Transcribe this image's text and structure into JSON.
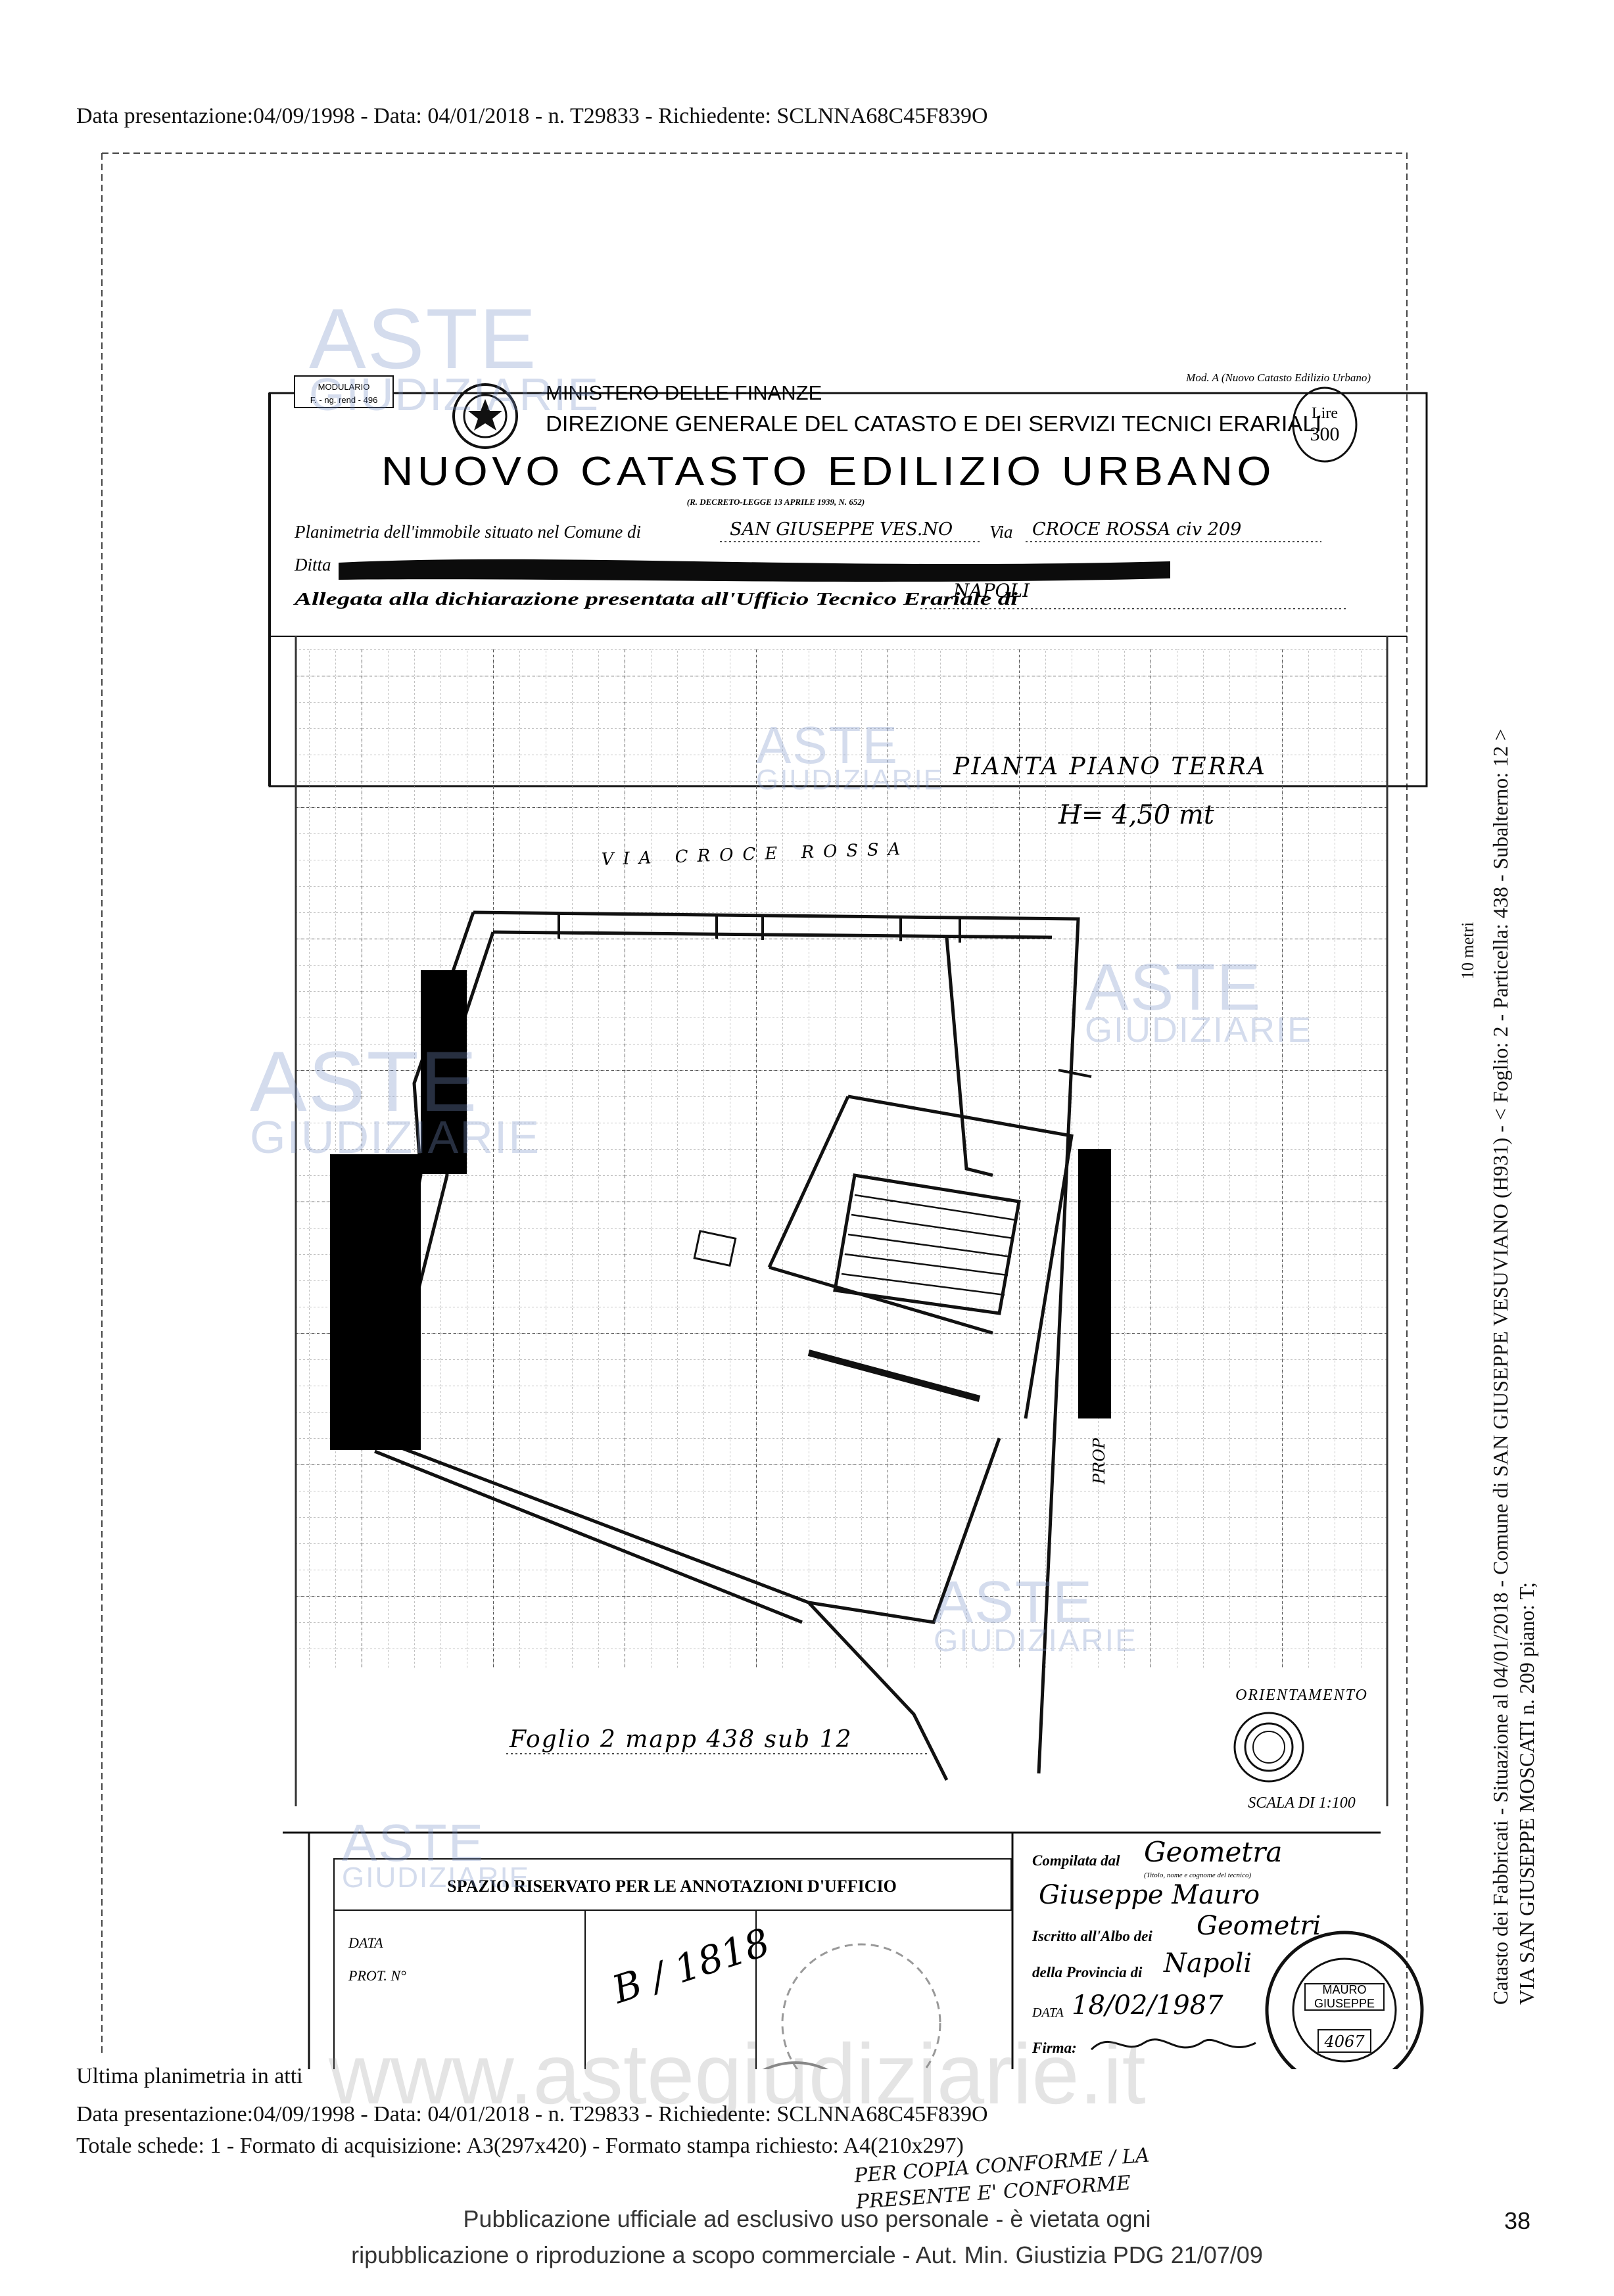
{
  "header_line": "Data presentazione:04/09/1998 - Data: 04/01/2018 - n. T29833 - Richiedente: SCLNNA68C45F839O",
  "side_text": {
    "line1": "Catasto dei Fabbricati - Situazione al 04/01/2018 - Comune di SAN GIUSEPPE VESUVIANO (H931) - < Foglio: 2 - Particella: 438 - Subalterno: 12 >",
    "line2": "VIA SAN GIUSEPPE MOSCATI n. 209 piano: T;",
    "scale": "10 metri"
  },
  "form": {
    "modulario": "MODULARIO",
    "modulario_code": "F. - ng. rend - 496",
    "mod_ref": "Mod. A (Nuovo Catasto Edilizio Urbano)",
    "ministry": "MINISTERO DELLE FINANZE",
    "direction": "DIREZIONE GENERALE DEL CATASTO E DEI SERVIZI TECNICI ERARIALI",
    "title": "NUOVO CATASTO EDILIZIO URBANO",
    "decree": "(R. DECRETO-LEGGE 13 APRILE 1939, N. 652)",
    "stamp_lire": "Lire",
    "stamp_value": "300",
    "planimetria_label": "Planimetria dell'immobile situato nel Comune di",
    "comune": "SAN GIUSEPPE VES.NO",
    "via_label": "Via",
    "via": "CROCE ROSSA civ 209",
    "ditta_label": "Ditta",
    "allegata_label": "Allegata alla dichiarazione presentata all'Ufficio Tecnico Erariale di",
    "ufficio": "NAPOLI"
  },
  "plan": {
    "title": "PIANTA PIANO TERRA",
    "height": "H= 4,50 mt",
    "street": "VIA CROCE ROSSA",
    "prop": "PROP",
    "foglio_note": "Foglio 2 mapp 438 sub 12",
    "orientamento": "ORIENTAMENTO",
    "scala": "SCALA DI 1:100"
  },
  "annotations": {
    "title": "SPAZIO RISERVATO PER LE ANNOTAZIONI D'UFFICIO",
    "data_label": "DATA",
    "prot_label": "PROT. N°",
    "prot_value": "B / 1818"
  },
  "compiler": {
    "compilata_label": "Compilata dal",
    "compilata_value": "Geometra",
    "compilata_sub": "(Titolo, nome e cognome del tecnico)",
    "name": "Giuseppe Mauro",
    "iscritto_label": "Iscritto all'Albo dei",
    "iscritto_value": "Geometri",
    "provincia_label": "della Provincia di",
    "provincia_value": "Napoli",
    "data_label": "DATA",
    "data_value": "18/02/1987",
    "firma_label": "Firma:",
    "stamp_name1": "MAURO",
    "stamp_name2": "GIUSEPPE",
    "stamp_num": "4067"
  },
  "bottom_hand": "PER COPIA CONFORME / LA PRESENTE E' CONFORME",
  "footer": {
    "ultima": "Ultima planimetria in atti",
    "line1": "Data presentazione:04/09/1998 - Data: 04/01/2018 - n. T29833 - Richiedente: SCLNNA68C45F839O",
    "line2": "Totale schede: 1 - Formato di acquisizione: A3(297x420) - Formato stampa richiesto: A4(210x297)"
  },
  "page_number": "38",
  "publication": {
    "line1": "Pubblicazione ufficiale ad esclusivo uso personale - è vietata ogni",
    "line2": "ripubblicazione o riproduzione a scopo commerciale - Aut. Min. Giustizia PDG 21/07/09"
  },
  "watermark": {
    "brand1": "ASTE",
    "brand2": "GIUDIZIARIE",
    "url": "www.astegiudiziarie.it"
  }
}
